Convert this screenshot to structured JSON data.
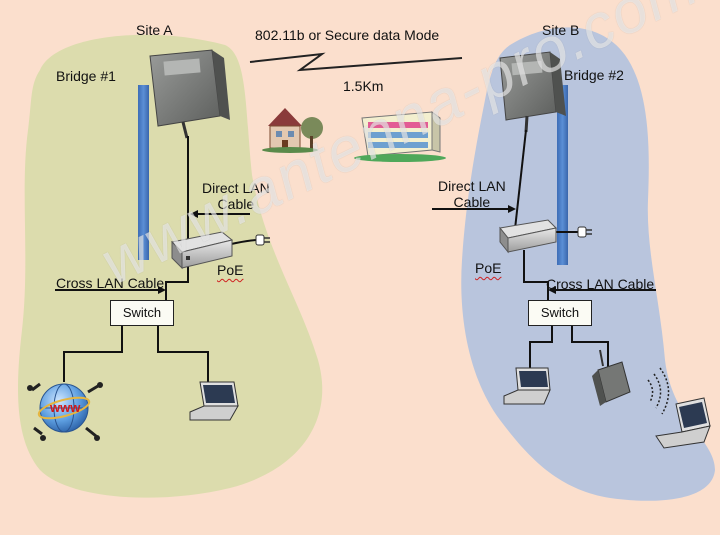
{
  "site_a": {
    "title": "Site A",
    "bridge_label": "Bridge #1",
    "direct_lan_label": "Direct LAN\nCable",
    "poe_label": "PoE",
    "cross_lan_label": "Cross LAN Cable",
    "switch_label": "Switch",
    "internet_label": "www"
  },
  "site_b": {
    "title": "Site B",
    "bridge_label": "Bridge #2",
    "direct_lan_label": "Direct LAN\nCable",
    "poe_label": "PoE",
    "cross_lan_label": "Cross LAN Cable",
    "switch_label": "Switch"
  },
  "link": {
    "mode_label": "802.11b or Secure data Mode",
    "distance_label": "1.5Km"
  },
  "watermark": "www.antenna-pro.com",
  "colors": {
    "background": "#fbdfcd",
    "site_a_region": "#dcdcad",
    "site_b_region": "#b9c5dd",
    "mast": "#4a7cc2",
    "cable": "#111111",
    "device_gray": "#8a8c8a"
  }
}
